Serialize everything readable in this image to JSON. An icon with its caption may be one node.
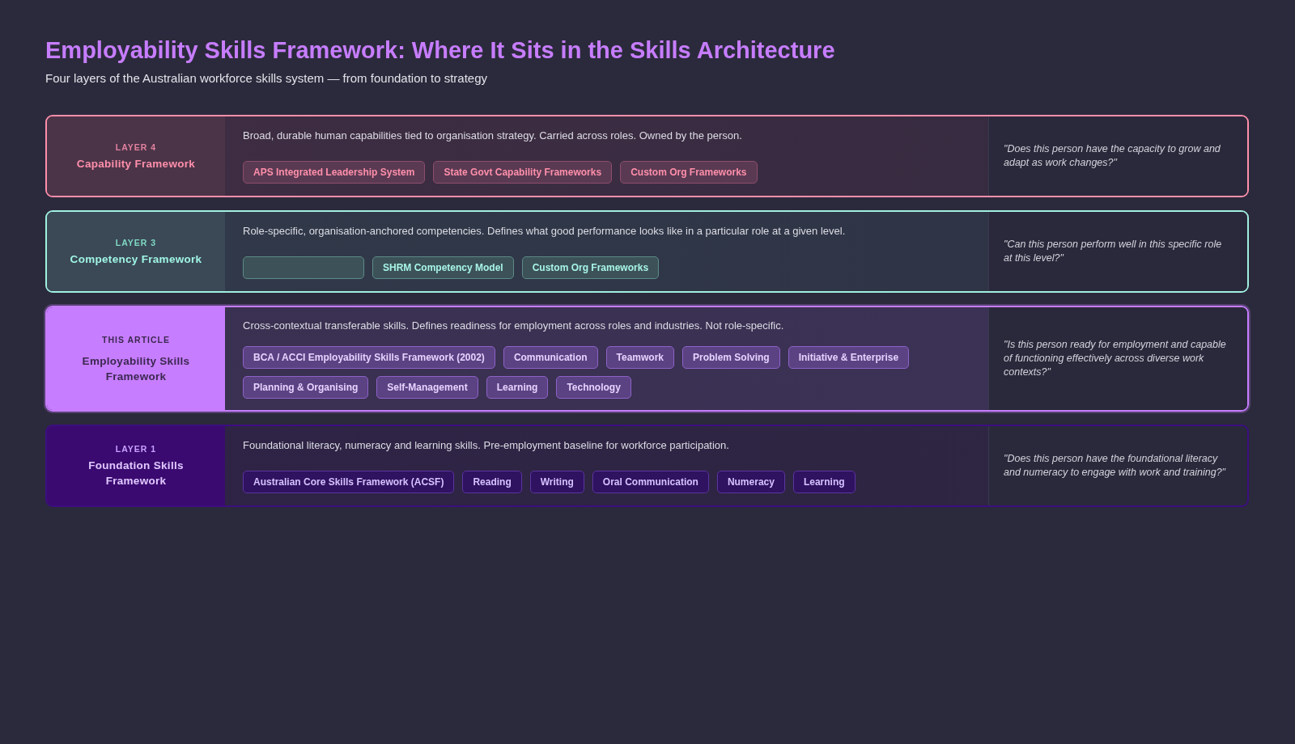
{
  "diagram": {
    "title": "Employability Skills Framework: Where It Sits in the Skills Architecture",
    "nodes": [
      {
        "text": [
          "Broad, durable human capabilities tied to organisation strategy. Carried across roles. Owned by the person."
        ]
      },
      {
        "text": [
          "LAYER 4",
          "Capability Framework"
        ],
        "in": 0
      },
      {
        "text": [
          "APS Integrated Leadership System"
        ],
        "in": 0
      },
      {
        "text": [
          "State Govt Capability Frameworks"
        ],
        "in": 0
      },
      {
        "text": [
          "Custom Org Frameworks"
        ],
        "in": 0
      },
      {
        "text": [
          "\"Does this person have the capacity to grow and adapt as work changes?\""
        ],
        "in": 0
      },
      {
        "text": [
          "Role-specific, organisation-anchored competencies. Defines what good performance looks like in a particular role at a given level."
        ]
      },
      {
        "text": [
          "LAYER 3",
          "Competency Framework"
        ],
        "in": 6
      },
      {
        "text": [],
        "shape": "box",
        "in": 6
      },
      {
        "text": [
          "SHRM Competency Model"
        ],
        "in": 6
      },
      {
        "text": [
          "Custom Org Frameworks"
        ],
        "in": 6
      },
      {
        "text": [
          "\"Can this person perform well in this specific role at this level?\""
        ],
        "in": 6
      },
      {
        "text": [
          "Cross-contextual transferable skills. Defines readiness for employment across roles and industries. Not role-specific."
        ]
      },
      {
        "text": [
          "THIS ARTICLE",
          "Employability Skills Framework"
        ],
        "in": 12
      },
      {
        "text": [
          "BCA / ACCI Employability Skills Framework (2002)"
        ],
        "in": 12
      },
      {
        "text": [
          "Communication"
        ],
        "in": 12
      },
      {
        "text": [
          "Teamwork"
        ],
        "in": 12
      },
      {
        "text": [
          "Problem Solving"
        ],
        "in": 12
      },
      {
        "text": [
          "Initiative & Enterprise"
        ],
        "in": 12
      },
      {
        "text": [
          "Planning & Organising"
        ],
        "in": 12
      },
      {
        "text": [
          "Self-Management"
        ],
        "in": 12
      },
      {
        "text": [
          "Learning"
        ],
        "in": 12
      },
      {
        "text": [
          "Technology"
        ],
        "in": 12
      },
      {
        "text": [
          "\"Is this person ready for employment and capable of functioning effectively across diverse work contexts?\""
        ],
        "in": 12
      },
      {
        "text": [
          "Foundational literacy, numeracy and learning skills. Pre-employment baseline for workforce participation."
        ]
      },
      {
        "text": [
          "LAYER 1",
          "Foundation Skills Framework"
        ],
        "in": 24
      },
      {
        "text": [
          "Australian Core Skills Framework (ACSF)"
        ],
        "in": 24
      },
      {
        "text": [
          "Reading"
        ],
        "in": 24
      },
      {
        "text": [
          "Writing"
        ],
        "in": 24
      },
      {
        "text": [
          "Oral Communication"
        ],
        "in": 24
      },
      {
        "text": [
          "Numeracy"
        ],
        "in": 24
      },
      {
        "text": [
          "Learning"
        ],
        "in": 24
      },
      {
        "text": [
          "\"Does this person have the foundational literacy and numeracy to engage with work and training?\""
        ],
        "in": 24
      }
    ],
    "edges": [],
    "labels": [
      "Four layers of the Australian workforce skills system — from foundation to strategy"
    ]
  }
}
